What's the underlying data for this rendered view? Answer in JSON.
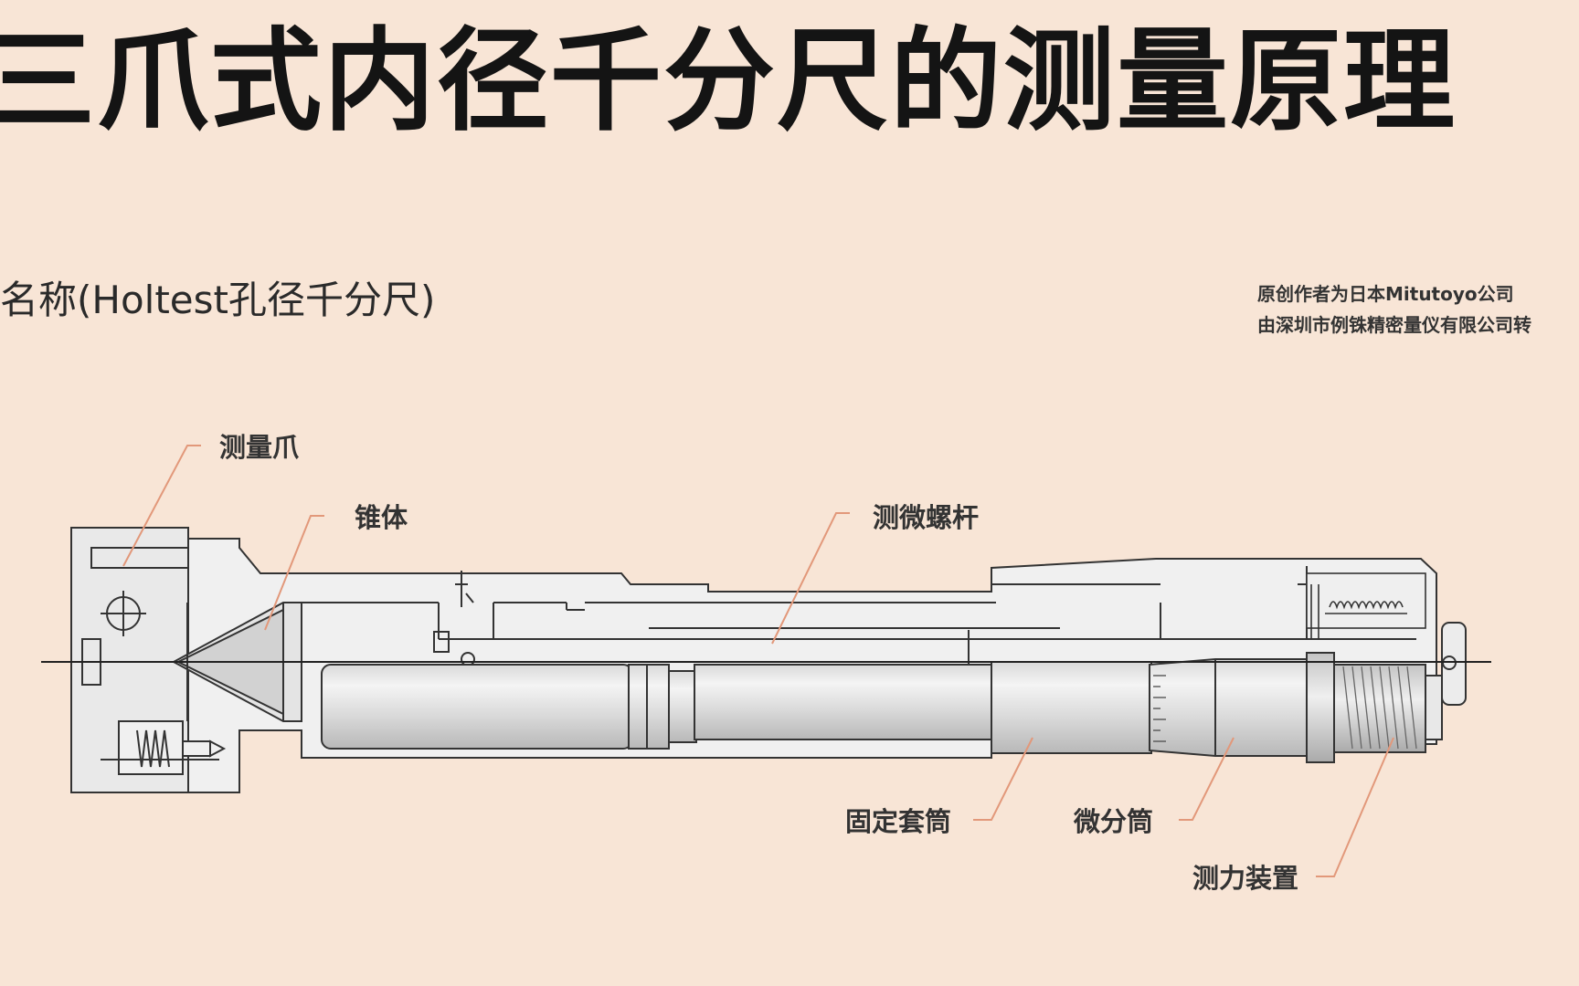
{
  "title": "三爪式内径千分尺的测量原理",
  "subtitle": "名称(Holtest孔径千分尺)",
  "credit": {
    "line1": "原创作者为日本Mitutoyo公司",
    "line2": "由深圳市例铢精密量仪有限公司转"
  },
  "labels": {
    "jaw": "测量爪",
    "cone": "锥体",
    "spindle": "测微螺杆",
    "sleeve": "固定套筒",
    "thimble": "微分筒",
    "ratchet": "测力装置"
  }
}
